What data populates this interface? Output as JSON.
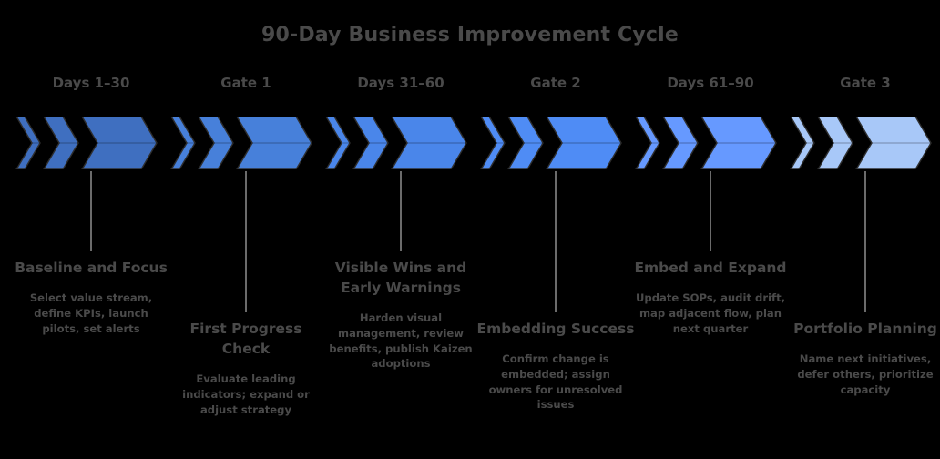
{
  "title": "90-Day Business Improvement Cycle",
  "background": "#000000",
  "text_color": "#4a4a4a",
  "connector_color": "#6b6b6b",
  "chart_data": {
    "type": "diagram",
    "subtype": "chevron-timeline",
    "title": "90-Day Business Improvement Cycle",
    "stage_count": 6,
    "chevrons_per_stage": 3,
    "orientation": "horizontal",
    "label_placement": "alternating-below",
    "categories": [
      "Days 1–30",
      "Gate 1",
      "Days 31–60",
      "Gate 2",
      "Days 61–90",
      "Gate 3"
    ],
    "values": [
      1,
      2,
      3,
      4,
      5,
      6
    ],
    "colors": [
      "#3f6fc0",
      "#4780da",
      "#4a86ea",
      "#4f8cf5",
      "#6699ff",
      "#a8c8f8"
    ]
  },
  "stages": [
    {
      "header": "Days 1–30",
      "title": "Baseline and Focus",
      "description": "Select value stream, define KPIs, launch pilots, set alerts",
      "color": "#3f6fc0",
      "position": "up"
    },
    {
      "header": "Gate 1",
      "title": "First Progress Check",
      "description": "Evaluate leading indicators; expand or adjust strategy",
      "color": "#4780da",
      "position": "down"
    },
    {
      "header": "Days 31–60",
      "title": "Visible Wins and Early Warnings",
      "description": "Harden visual management, review benefits, publish Kaizen adoptions",
      "color": "#4a86ea",
      "position": "up"
    },
    {
      "header": "Gate 2",
      "title": "Embedding Success",
      "description": "Confirm change is embedded; assign owners for unresolved issues",
      "color": "#4f8cf5",
      "position": "down"
    },
    {
      "header": "Days 61–90",
      "title": "Embed and Expand",
      "description": "Update SOPs, audit drift, map adjacent flow, plan next quarter",
      "color": "#6699ff",
      "position": "up"
    },
    {
      "header": "Gate 3",
      "title": "Portfolio Planning",
      "description": "Name next initiatives, defer others, prioritize capacity",
      "color": "#a8c8f8",
      "position": "down"
    }
  ]
}
